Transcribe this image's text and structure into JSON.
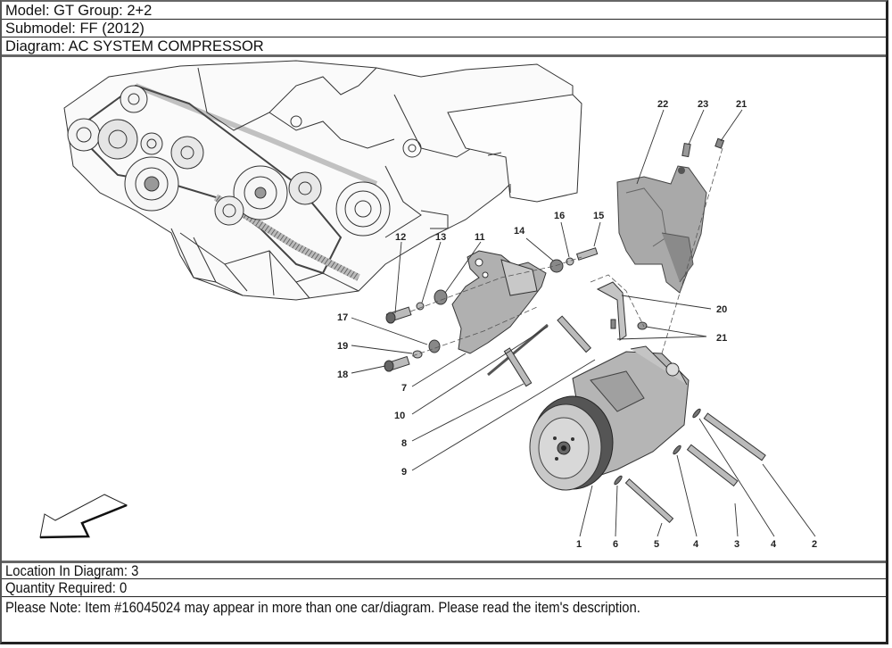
{
  "header": {
    "model_line": "Model: GT Group: 2+2",
    "submodel_line": "Submodel: FF (2012)",
    "diagram_line": "Diagram: AC SYSTEM COMPRESSOR"
  },
  "diagram": {
    "title": "AC SYSTEM COMPRESSOR",
    "direction_arrow_icon": "arrow-down-left-icon",
    "callouts": [
      {
        "label": "22"
      },
      {
        "label": "23"
      },
      {
        "label": "21"
      },
      {
        "label": "12"
      },
      {
        "label": "13"
      },
      {
        "label": "11"
      },
      {
        "label": "14"
      },
      {
        "label": "16"
      },
      {
        "label": "15"
      },
      {
        "label": "17"
      },
      {
        "label": "19"
      },
      {
        "label": "18"
      },
      {
        "label": "20"
      },
      {
        "label": "21"
      },
      {
        "label": "7"
      },
      {
        "label": "10"
      },
      {
        "label": "8"
      },
      {
        "label": "9"
      },
      {
        "label": "1"
      },
      {
        "label": "6"
      },
      {
        "label": "5"
      },
      {
        "label": "4"
      },
      {
        "label": "3"
      },
      {
        "label": "4"
      },
      {
        "label": "2"
      }
    ]
  },
  "footer": {
    "location_line": "Location In Diagram: 3",
    "quantity_line": "Quantity Required: 0",
    "note_line": "Please Note: Item #16045024 may appear in more than one car/diagram. Please read the item's description."
  }
}
